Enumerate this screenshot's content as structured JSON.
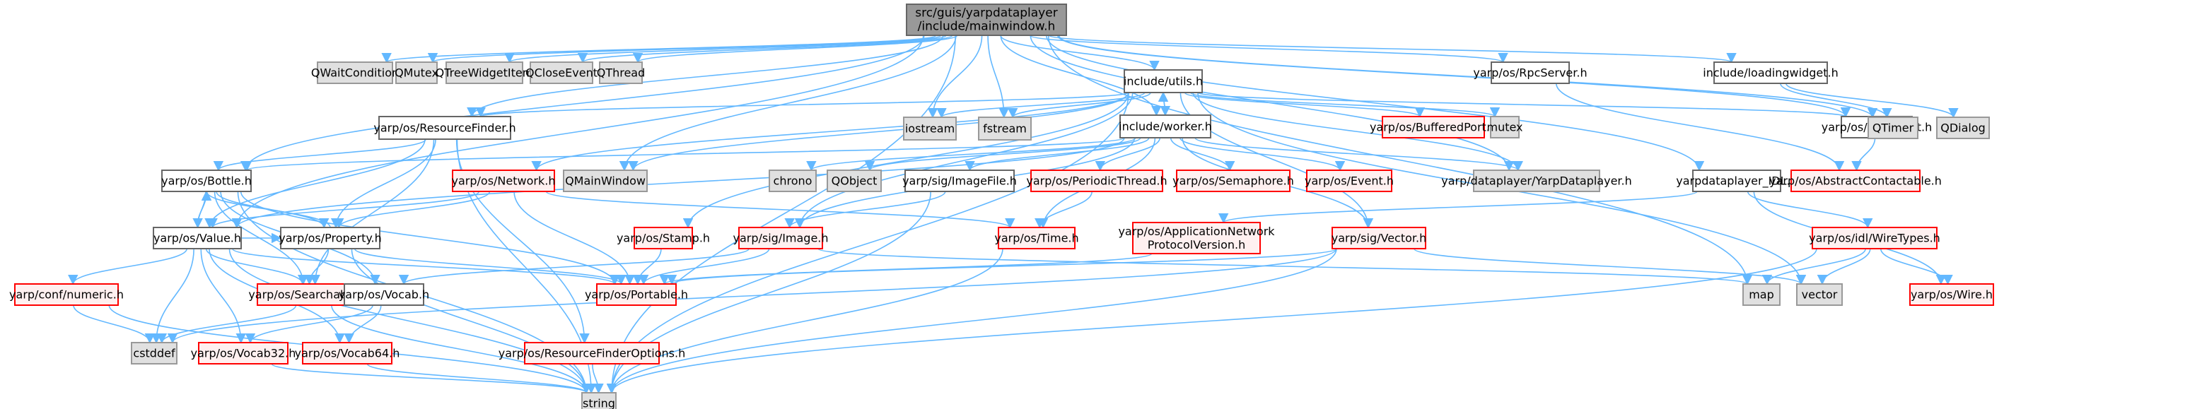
{
  "diagram": {
    "type": "include-dependency-graph",
    "colors": {
      "edge": "#63b8ff",
      "root_fill": "#999999",
      "normal_fill": "#ffffff",
      "normal_border": "#666666",
      "external_fill": "#e0e0e0",
      "external_border": "#999999",
      "missing_fill": "#fff0f0",
      "missing_border": "#ff0000"
    },
    "nodes": [
      {
        "id": "mainwindow",
        "lines": [
          "src/guis/yarpdataplayer",
          "/include/mainwindow.h"
        ],
        "kind": "root"
      },
      {
        "id": "QWaitCondition",
        "lines": [
          "QWaitCondition"
        ],
        "kind": "external"
      },
      {
        "id": "QMutex",
        "lines": [
          "QMutex"
        ],
        "kind": "external"
      },
      {
        "id": "QTreeWidgetItem",
        "lines": [
          "QTreeWidgetItem"
        ],
        "kind": "external"
      },
      {
        "id": "QCloseEvent",
        "lines": [
          "QCloseEvent"
        ],
        "kind": "external"
      },
      {
        "id": "QThread",
        "lines": [
          "QThread"
        ],
        "kind": "external"
      },
      {
        "id": "utils",
        "lines": [
          "include/utils.h"
        ],
        "kind": "normal"
      },
      {
        "id": "RpcServer",
        "lines": [
          "yarp/os/RpcServer.h"
        ],
        "kind": "normal"
      },
      {
        "id": "loadingwidget",
        "lines": [
          "include/loadingwidget.h"
        ],
        "kind": "normal"
      },
      {
        "id": "ResourceFinder",
        "lines": [
          "yarp/os/ResourceFinder.h"
        ],
        "kind": "normal"
      },
      {
        "id": "iostream",
        "lines": [
          "iostream"
        ],
        "kind": "external"
      },
      {
        "id": "fstream",
        "lines": [
          "fstream"
        ],
        "kind": "external"
      },
      {
        "id": "worker",
        "lines": [
          "include/worker.h"
        ],
        "kind": "normal"
      },
      {
        "id": "BufferedPort",
        "lines": [
          "yarp/os/BufferedPort.h"
        ],
        "kind": "missing"
      },
      {
        "id": "mutex",
        "lines": [
          "mutex"
        ],
        "kind": "external"
      },
      {
        "id": "RpcClient",
        "lines": [
          "yarp/os/RpcClient.h"
        ],
        "kind": "normal"
      },
      {
        "id": "QTimer",
        "lines": [
          "QTimer"
        ],
        "kind": "external"
      },
      {
        "id": "QDialog",
        "lines": [
          "QDialog"
        ],
        "kind": "external"
      },
      {
        "id": "Bottle",
        "lines": [
          "yarp/os/Bottle.h"
        ],
        "kind": "normal"
      },
      {
        "id": "Network",
        "lines": [
          "yarp/os/Network.h"
        ],
        "kind": "missing"
      },
      {
        "id": "QMainWindow",
        "lines": [
          "QMainWindow"
        ],
        "kind": "external"
      },
      {
        "id": "chrono",
        "lines": [
          "chrono"
        ],
        "kind": "external"
      },
      {
        "id": "QObject",
        "lines": [
          "QObject"
        ],
        "kind": "external"
      },
      {
        "id": "ImageFile",
        "lines": [
          "yarp/sig/ImageFile.h"
        ],
        "kind": "normal"
      },
      {
        "id": "PeriodicThread",
        "lines": [
          "yarp/os/PeriodicThread.h"
        ],
        "kind": "missing"
      },
      {
        "id": "Semaphore",
        "lines": [
          "yarp/os/Semaphore.h"
        ],
        "kind": "missing"
      },
      {
        "id": "Event",
        "lines": [
          "yarp/os/Event.h"
        ],
        "kind": "missing"
      },
      {
        "id": "YarpDataplayer",
        "lines": [
          "yarp/dataplayer/YarpDataplayer.h"
        ],
        "kind": "external"
      },
      {
        "id": "IDL",
        "lines": [
          "yarpdataplayer_IDL.h"
        ],
        "kind": "normal"
      },
      {
        "id": "AbstractContactable",
        "lines": [
          "yarp/os/AbstractContactable.h"
        ],
        "kind": "missing"
      },
      {
        "id": "Value",
        "lines": [
          "yarp/os/Value.h"
        ],
        "kind": "normal"
      },
      {
        "id": "Property",
        "lines": [
          "yarp/os/Property.h"
        ],
        "kind": "normal"
      },
      {
        "id": "Stamp",
        "lines": [
          "yarp/os/Stamp.h"
        ],
        "kind": "missing"
      },
      {
        "id": "Image",
        "lines": [
          "yarp/sig/Image.h"
        ],
        "kind": "missing"
      },
      {
        "id": "Time",
        "lines": [
          "yarp/os/Time.h"
        ],
        "kind": "missing"
      },
      {
        "id": "AppNetProto",
        "lines": [
          "yarp/os/ApplicationNetwork",
          "ProtocolVersion.h"
        ],
        "kind": "missing"
      },
      {
        "id": "Vector",
        "lines": [
          "yarp/sig/Vector.h"
        ],
        "kind": "missing"
      },
      {
        "id": "WireTypes",
        "lines": [
          "yarp/os/idl/WireTypes.h"
        ],
        "kind": "missing"
      },
      {
        "id": "numeric",
        "lines": [
          "yarp/conf/numeric.h"
        ],
        "kind": "missing"
      },
      {
        "id": "Searchable",
        "lines": [
          "yarp/os/Searchable.h"
        ],
        "kind": "missing"
      },
      {
        "id": "Vocab",
        "lines": [
          "yarp/os/Vocab.h"
        ],
        "kind": "normal"
      },
      {
        "id": "Portable",
        "lines": [
          "yarp/os/Portable.h"
        ],
        "kind": "missing"
      },
      {
        "id": "map",
        "lines": [
          "map"
        ],
        "kind": "external"
      },
      {
        "id": "vector",
        "lines": [
          "vector"
        ],
        "kind": "external"
      },
      {
        "id": "Wire",
        "lines": [
          "yarp/os/Wire.h"
        ],
        "kind": "missing"
      },
      {
        "id": "cstddef",
        "lines": [
          "cstddef"
        ],
        "kind": "external"
      },
      {
        "id": "Vocab32",
        "lines": [
          "yarp/os/Vocab32.h"
        ],
        "kind": "missing"
      },
      {
        "id": "Vocab64",
        "lines": [
          "yarp/os/Vocab64.h"
        ],
        "kind": "missing"
      },
      {
        "id": "ResourceFinderOptions",
        "lines": [
          "yarp/os/ResourceFinderOptions.h"
        ],
        "kind": "missing"
      },
      {
        "id": "string",
        "lines": [
          "string"
        ],
        "kind": "external"
      }
    ],
    "edges": [
      [
        "mainwindow",
        "QWaitCondition"
      ],
      [
        "mainwindow",
        "QMutex"
      ],
      [
        "mainwindow",
        "QTreeWidgetItem"
      ],
      [
        "mainwindow",
        "QCloseEvent"
      ],
      [
        "mainwindow",
        "QThread"
      ],
      [
        "mainwindow",
        "utils"
      ],
      [
        "mainwindow",
        "RpcServer"
      ],
      [
        "mainwindow",
        "loadingwidget"
      ],
      [
        "mainwindow",
        "ResourceFinder"
      ],
      [
        "mainwindow",
        "iostream"
      ],
      [
        "mainwindow",
        "fstream"
      ],
      [
        "mainwindow",
        "worker"
      ],
      [
        "mainwindow",
        "RpcClient"
      ],
      [
        "mainwindow",
        "QTimer"
      ],
      [
        "mainwindow",
        "Bottle"
      ],
      [
        "mainwindow",
        "QMainWindow"
      ],
      [
        "mainwindow",
        "YarpDataplayer"
      ],
      [
        "mainwindow",
        "IDL"
      ],
      [
        "mainwindow",
        "Value"
      ],
      [
        "mainwindow",
        "map"
      ],
      [
        "mainwindow",
        "string"
      ],
      [
        "utils",
        "ResourceFinder"
      ],
      [
        "utils",
        "iostream"
      ],
      [
        "utils",
        "fstream"
      ],
      [
        "utils",
        "worker"
      ],
      [
        "utils",
        "BufferedPort"
      ],
      [
        "utils",
        "mutex"
      ],
      [
        "utils",
        "RpcClient"
      ],
      [
        "utils",
        "YarpDataplayer"
      ],
      [
        "utils",
        "Network"
      ],
      [
        "utils",
        "Image"
      ],
      [
        "utils",
        "Vector"
      ],
      [
        "utils",
        "vector"
      ],
      [
        "utils",
        "string"
      ],
      [
        "utils",
        "Stamp"
      ],
      [
        "utils",
        "QMainWindow"
      ],
      [
        "worker",
        "utils"
      ],
      [
        "worker",
        "chrono"
      ],
      [
        "worker",
        "QObject"
      ],
      [
        "worker",
        "ImageFile"
      ],
      [
        "worker",
        "PeriodicThread"
      ],
      [
        "worker",
        "Semaphore"
      ],
      [
        "worker",
        "Event"
      ],
      [
        "worker",
        "YarpDataplayer"
      ],
      [
        "worker",
        "Image"
      ],
      [
        "worker",
        "Vector"
      ],
      [
        "worker",
        "Time"
      ],
      [
        "worker",
        "Bottle"
      ],
      [
        "worker",
        "Value"
      ],
      [
        "RpcServer",
        "AbstractContactable"
      ],
      [
        "RpcClient",
        "AbstractContactable"
      ],
      [
        "loadingwidget",
        "QTimer"
      ],
      [
        "loadingwidget",
        "QDialog"
      ],
      [
        "ResourceFinder",
        "Bottle"
      ],
      [
        "ResourceFinder",
        "Property"
      ],
      [
        "ResourceFinder",
        "Searchable"
      ],
      [
        "ResourceFinder",
        "ResourceFinderOptions"
      ],
      [
        "ResourceFinder",
        "string"
      ],
      [
        "ResourceFinder",
        "Value"
      ],
      [
        "Bottle",
        "Value"
      ],
      [
        "Bottle",
        "Property"
      ],
      [
        "Bottle",
        "Searchable"
      ],
      [
        "Bottle",
        "Portable"
      ],
      [
        "Bottle",
        "string"
      ],
      [
        "Bottle",
        "Vocab"
      ],
      [
        "Value",
        "Bottle"
      ],
      [
        "Value",
        "Property"
      ],
      [
        "Value",
        "numeric"
      ],
      [
        "Value",
        "Searchable"
      ],
      [
        "Value",
        "cstddef"
      ],
      [
        "Value",
        "Vocab32"
      ],
      [
        "Value",
        "Vocab64"
      ],
      [
        "Value",
        "Portable"
      ],
      [
        "Value",
        "string"
      ],
      [
        "Property",
        "Bottle"
      ],
      [
        "Property",
        "Searchable"
      ],
      [
        "Property",
        "Portable"
      ],
      [
        "Property",
        "string"
      ],
      [
        "Network",
        "Value"
      ],
      [
        "Network",
        "Property"
      ],
      [
        "Network",
        "Time"
      ],
      [
        "Network",
        "Portable"
      ],
      [
        "ImageFile",
        "Image"
      ],
      [
        "ImageFile",
        "string"
      ],
      [
        "PeriodicThread",
        "Time"
      ],
      [
        "IDL",
        "AppNetProto"
      ],
      [
        "IDL",
        "WireTypes"
      ],
      [
        "IDL",
        "Wire"
      ],
      [
        "Stamp",
        "Portable"
      ],
      [
        "Image",
        "Portable"
      ],
      [
        "Image",
        "Vocab"
      ],
      [
        "Image",
        "map"
      ],
      [
        "Time",
        "string"
      ],
      [
        "AppNetProto",
        "Portable"
      ],
      [
        "Vector",
        "Portable"
      ],
      [
        "Vector",
        "vector"
      ],
      [
        "Vector",
        "string"
      ],
      [
        "Vector",
        "cstddef"
      ],
      [
        "WireTypes",
        "map"
      ],
      [
        "WireTypes",
        "vector"
      ],
      [
        "WireTypes",
        "Wire"
      ],
      [
        "WireTypes",
        "string"
      ],
      [
        "numeric",
        "cstddef"
      ],
      [
        "numeric",
        "string"
      ],
      [
        "Searchable",
        "cstddef"
      ],
      [
        "Searchable",
        "string"
      ],
      [
        "Vocab",
        "Vocab32"
      ],
      [
        "Vocab",
        "Vocab64"
      ],
      [
        "Vocab32",
        "string"
      ],
      [
        "Vocab64",
        "string"
      ],
      [
        "ResourceFinderOptions",
        "string"
      ]
    ]
  }
}
